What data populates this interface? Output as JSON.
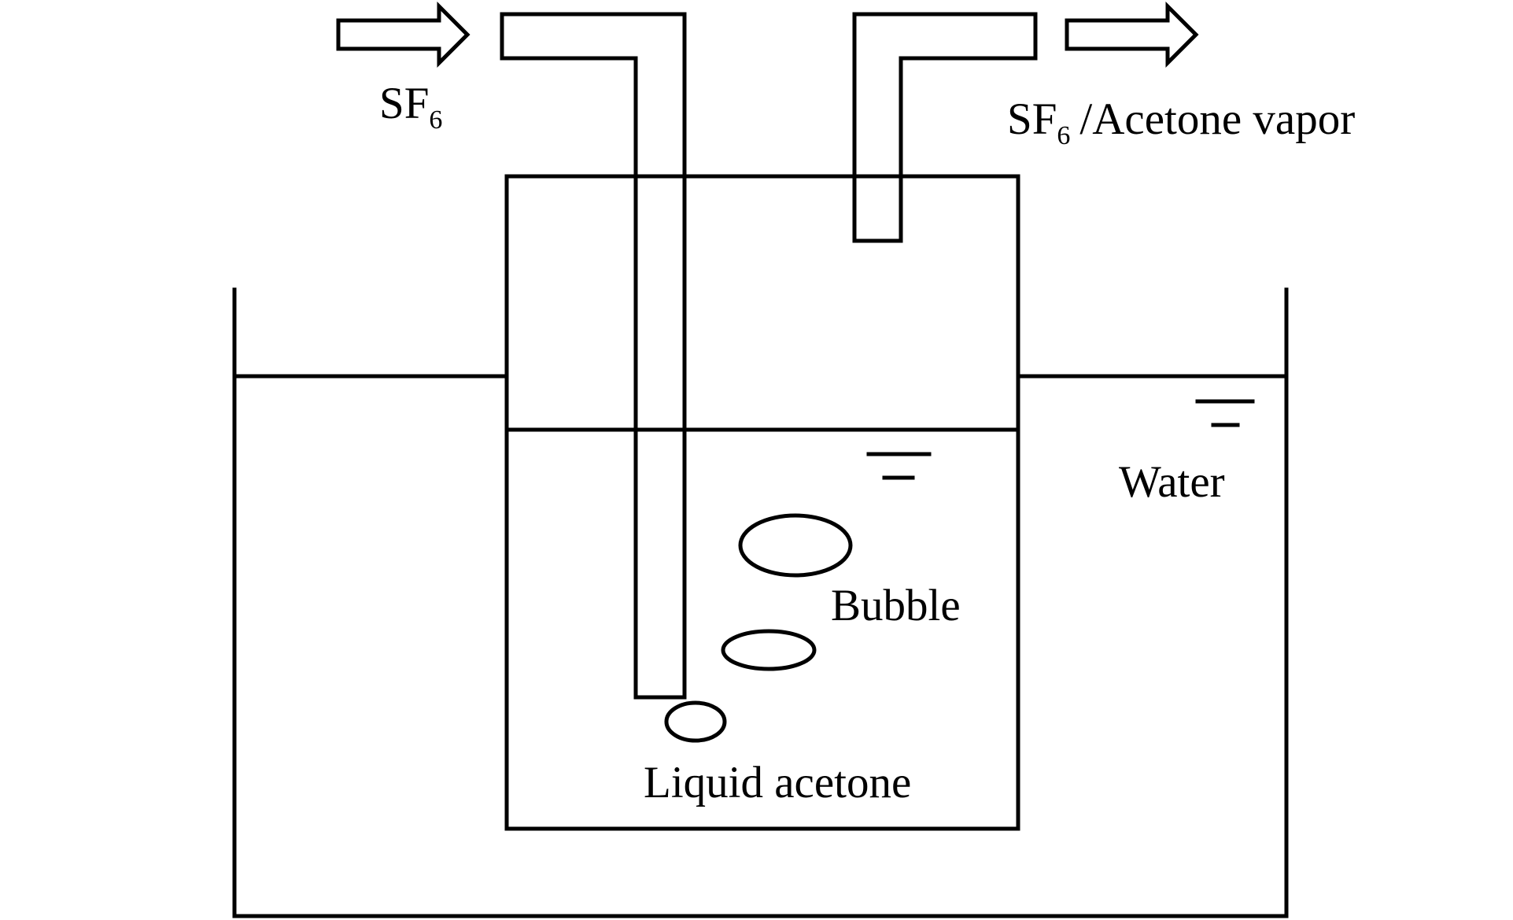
{
  "labels": {
    "inlet_gas": "SF",
    "inlet_gas_subscript": "6",
    "outlet_gas": "SF",
    "outlet_gas_subscript": "6",
    "outlet_suffix": "/Acetone vapor",
    "water": "Water",
    "bubble": "Bubble",
    "liquid": "Liquid acetone"
  },
  "colors": {
    "stroke": "#000000",
    "background": "#ffffff"
  }
}
